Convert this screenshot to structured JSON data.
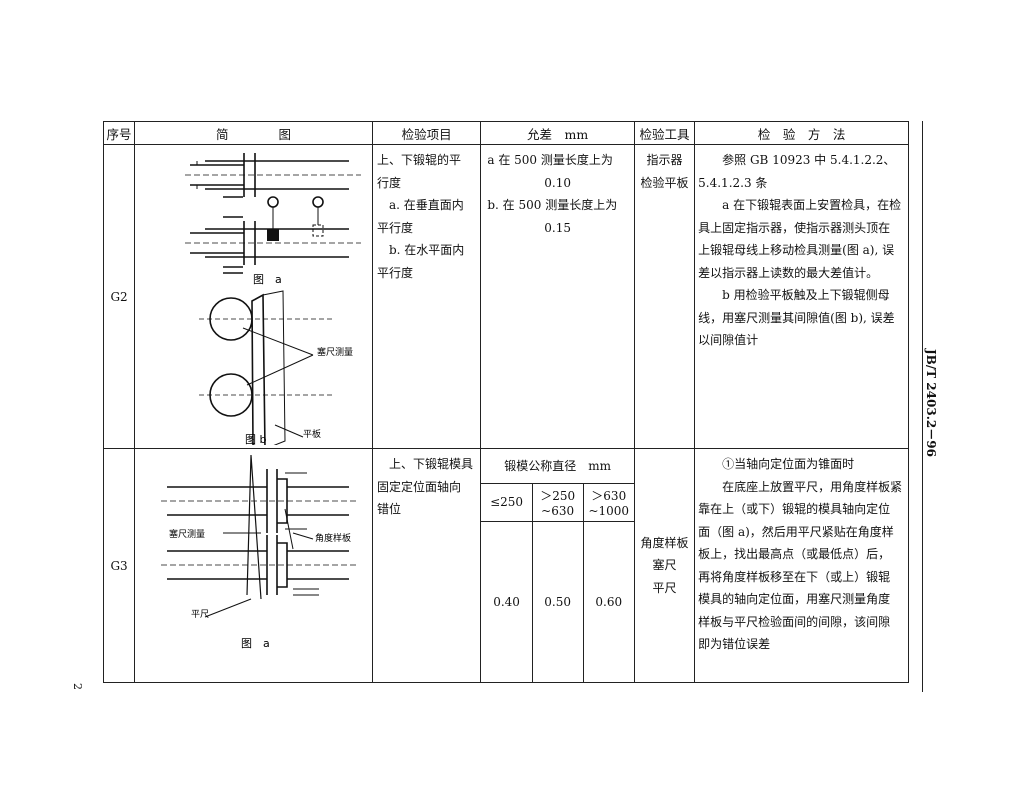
{
  "header": {
    "no": "序号",
    "figure": "简　　　　图",
    "item": "检验项目",
    "tolerance": "允差　mm",
    "tool": "检验工具",
    "method": "检　验　方　法"
  },
  "rows": [
    {
      "no": "G2",
      "figure_labels": {
        "fig_a": "图　a",
        "feeler": "塞尺测量",
        "flat": "平板",
        "fig_b": "图 b"
      },
      "item_lines": [
        "上、下锻辊的平",
        "行度",
        "a. 在垂直面内",
        "平行度",
        "b. 在水平面内",
        "平行度"
      ],
      "tolerance_lines": [
        "a  在 500 测量长度上为",
        "0.10",
        "b. 在 500 测量长度上为",
        "0.15"
      ],
      "tool_lines": [
        "指示器",
        "检验平板"
      ],
      "method_lines": [
        "参照 GB 10923 中 5.4.1.2.2、",
        "5.4.1.2.3 条",
        "a  在下锻辊表面上安置检具，在检",
        "具上固定指示器，使指示器测头顶在",
        "上锻辊母线上移动检具测量(图 a), 误",
        "差以指示器上读数的最大差值计。",
        "b  用检验平板触及上下锻辊侧母",
        "线，用塞尺测量其间隙值(图 b), 误差",
        "以间隙值计"
      ]
    },
    {
      "no": "G3",
      "figure_labels": {
        "feeler": "塞尺测量",
        "angle_plate": "角度样板",
        "ruler": "平尺",
        "fig_a": "图　a"
      },
      "item_lines": [
        "上、下锻辊模具",
        "固定定位面轴向",
        "错位"
      ],
      "tolerance": {
        "title": "锻模公称直径　mm",
        "col1": "≤250",
        "col2_a": "＞250",
        "col2_b": "~630",
        "col3_a": "＞630",
        "col3_b": "~1000",
        "values": [
          "0.40",
          "0.50",
          "0.60"
        ]
      },
      "tool_lines": [
        "角度样板",
        "塞尺",
        "平尺"
      ],
      "method_lines": [
        "①当轴向定位面为锥面时",
        "在底座上放置平尺，用角度样板紧",
        "靠在上（或下）锻辊的模具轴向定位",
        "面（图 a)，然后用平尺紧贴在角度样",
        "板上，找出最高点（或最低点）后，",
        "再将角度样板移至在下（或上）锻辊",
        "模具的轴向定位面，用塞尺测量角度",
        "样板与平尺检验面间的间隙，该间隙",
        "即为错位误差"
      ]
    }
  ],
  "side_code": "JB/T 2403.2－96",
  "page_number": "2"
}
